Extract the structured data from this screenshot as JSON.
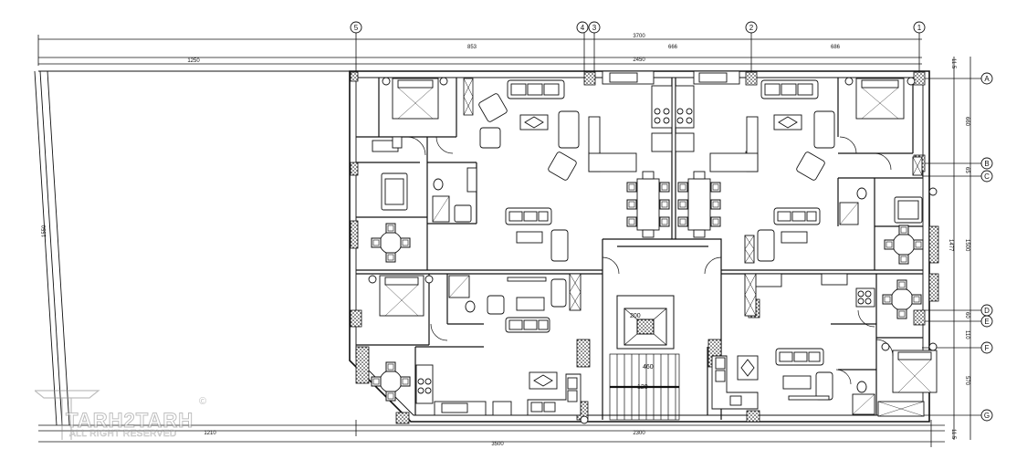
{
  "grid_top": [
    "5",
    "4",
    "3",
    "2",
    "1"
  ],
  "grid_right": [
    "A",
    "B",
    "C",
    "D",
    "E",
    "F",
    "G"
  ],
  "dims_top": {
    "overall": "3700",
    "left_setback": "1250",
    "span_5_3": "853",
    "span_3_2": "666",
    "span_2_1": "686",
    "mid": "2450"
  },
  "dims_bottom": {
    "left": "1210",
    "right": "2300",
    "overall": "3500"
  },
  "dims_left": {
    "overall": "1550"
  },
  "dims_right": {
    "top_offset": "11.5",
    "a_b": "660",
    "b_c": "65",
    "c_d": "1477",
    "total": "1500",
    "d_e": "60",
    "e_f": "110",
    "f_g": "570",
    "bottom_offset": "11.5"
  },
  "stair": {
    "label_a": "200",
    "label_b": "460",
    "label_c": "120"
  },
  "watermark": {
    "brand": "TARH2TARH",
    "sub": "ALL RIGHT RESERVED",
    "reg": "©"
  }
}
